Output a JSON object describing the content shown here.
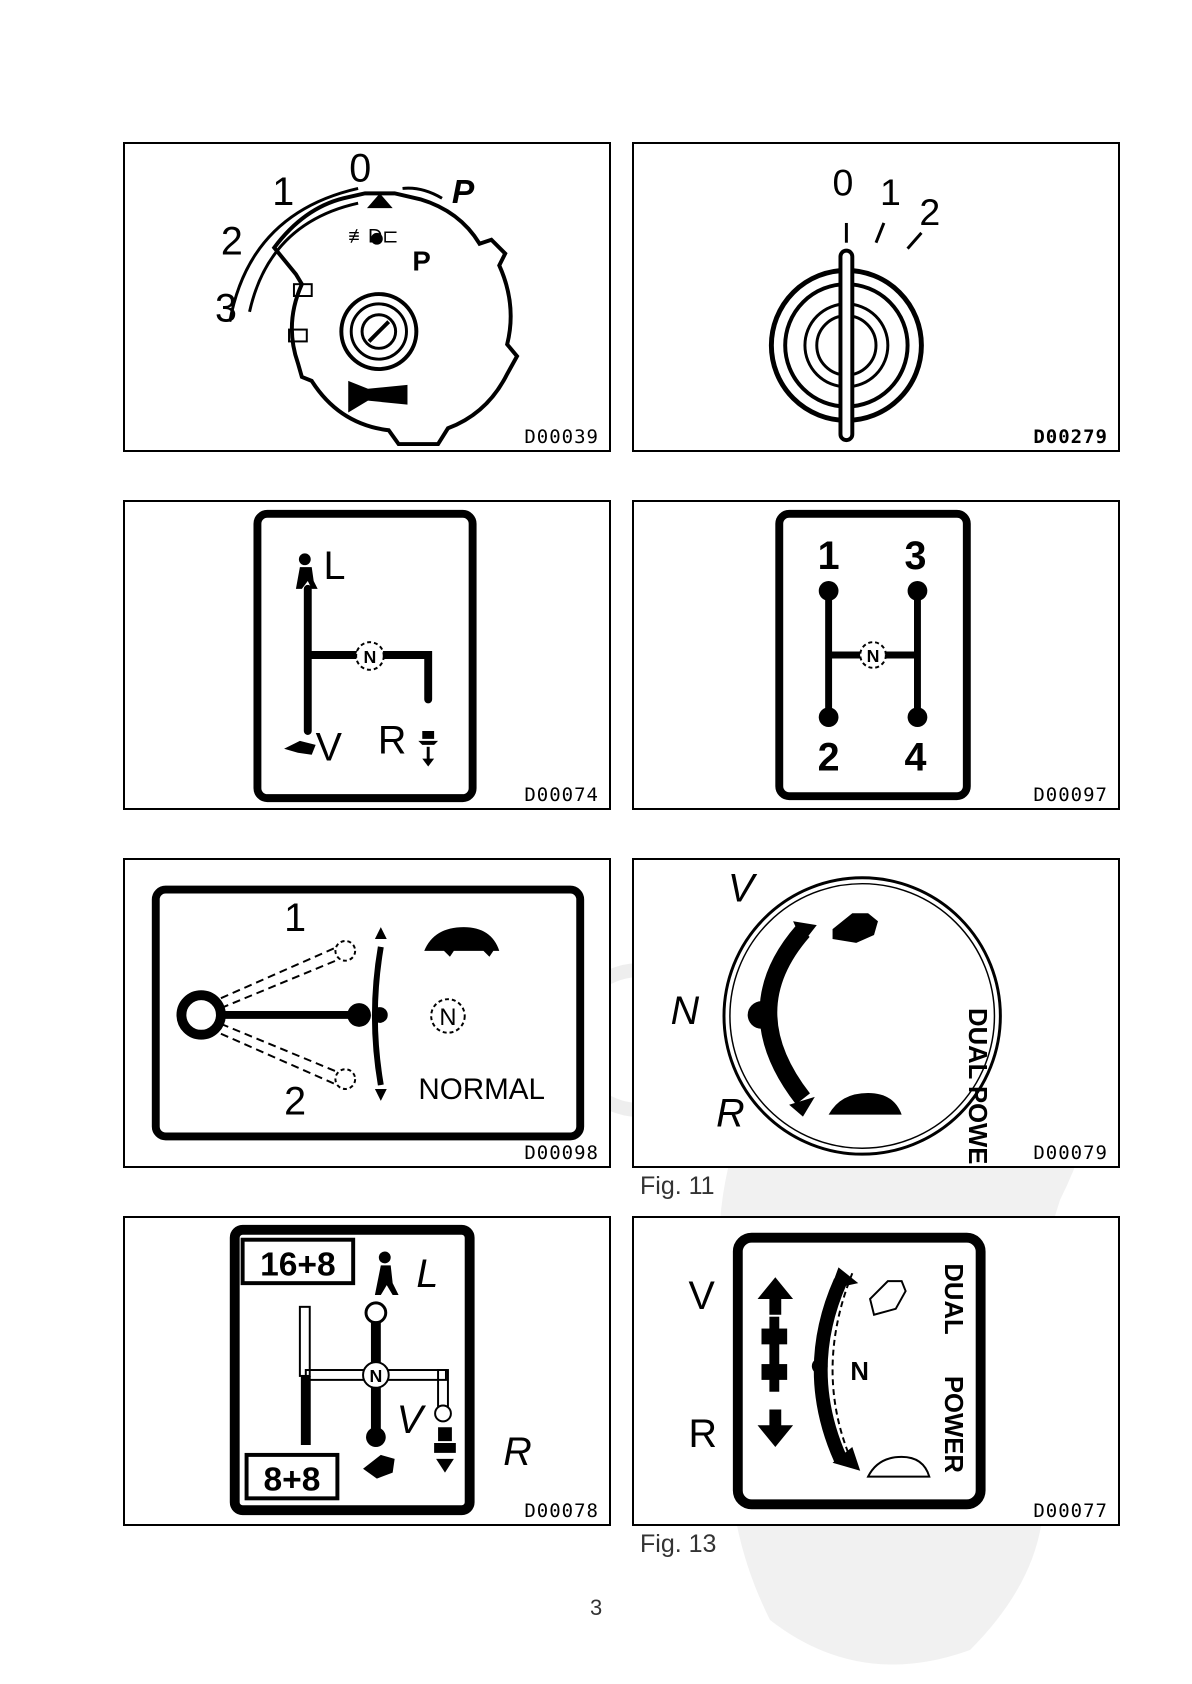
{
  "panels": [
    {
      "id": "ignition-switch",
      "code": "D00039",
      "labels": {
        "p0": "0",
        "p1": "1",
        "p2": "2",
        "p3": "3",
        "park": "P",
        "park2": "P"
      }
    },
    {
      "id": "key-switch",
      "code": "D00279",
      "labels": {
        "p0": "0",
        "p1": "1",
        "p2": "2"
      }
    },
    {
      "id": "range-shift",
      "code": "D00074",
      "labels": {
        "low": "L",
        "high": "V",
        "reverse": "R",
        "neutral": "N"
      }
    },
    {
      "id": "gear-shift",
      "code": "D00097",
      "labels": {
        "g1": "1",
        "g2": "2",
        "g3": "3",
        "g4": "4",
        "neutral": "N"
      }
    },
    {
      "id": "normal-lever",
      "code": "D00098",
      "labels": {
        "pos1": "1",
        "pos2": "2",
        "neutral": "N",
        "mode": "NORMAL"
      }
    },
    {
      "id": "dual-power-dial",
      "code": "D00079",
      "labels": {
        "v": "V",
        "n": "N",
        "r": "R",
        "brand": "DUAL POWER"
      }
    },
    {
      "id": "combined-shift",
      "code": "D00078",
      "labels": {
        "box1": "16+8",
        "box2": "8+8",
        "low": "L",
        "v": "V",
        "r": "R",
        "neutral": "N"
      }
    },
    {
      "id": "dual-power-plate",
      "code": "D00077",
      "labels": {
        "v": "V",
        "r": "R",
        "n": "N",
        "dual": "DUAL",
        "power": "POWER"
      }
    }
  ],
  "captions": {
    "fig11": "Fig. 11",
    "fig13": "Fig. 13"
  },
  "page_number": "3"
}
